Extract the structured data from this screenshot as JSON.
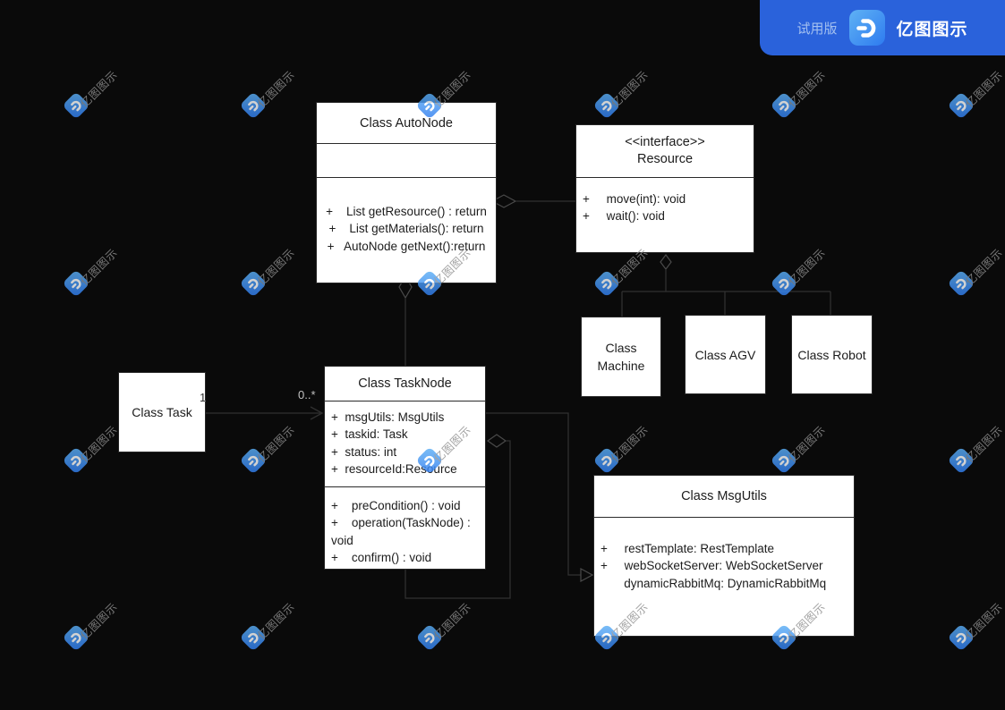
{
  "banner": {
    "trial_label": "试用版",
    "brand": "亿图图示"
  },
  "watermark": {
    "text": "亿图图示",
    "cols": [
      85,
      283,
      480,
      678,
      876,
      1074
    ],
    "rows": [
      118,
      317,
      515,
      713
    ]
  },
  "colors": {
    "canvas": "#0a0a0a",
    "box_fill": "#ffffff",
    "line": "#303030",
    "banner_blue": "#2a62db",
    "logo_blue_light": "#5fb2f4",
    "logo_blue_dark": "#2e7bf0"
  },
  "classes": {
    "autonode": {
      "title": "Class AutoNode",
      "methods": [
        "+    List getResource() : return",
        "+    List getMaterials(): return",
        "+   AutoNode getNext():return"
      ]
    },
    "resource": {
      "stereotype": "<<interface>>",
      "title": "Resource",
      "methods": [
        "+     move(int): void",
        "+     wait(): void"
      ]
    },
    "machine": {
      "title": "Class Machine"
    },
    "agv": {
      "title": "Class AGV"
    },
    "robot": {
      "title": "Class Robot"
    },
    "task": {
      "title": "Class Task"
    },
    "tasknode": {
      "title": "Class TaskNode",
      "attributes": [
        "+  msgUtils: MsgUtils",
        "+  taskid: Task",
        "+  status: int",
        "+  resourceId:Resource"
      ],
      "methods": [
        "+    preCondition() : void",
        "+    operation(TaskNode) :",
        "void",
        "+    confirm() : void"
      ]
    },
    "msgutils": {
      "title": "Class MsgUtils",
      "attributes": [
        "+     restTemplate: RestTemplate",
        "+     webSocketServer: WebSocketServer",
        "       dynamicRabbitMq: DynamicRabbitMq"
      ]
    }
  },
  "edge_labels": {
    "task_end": "1",
    "tasknode_end": "0..*"
  }
}
